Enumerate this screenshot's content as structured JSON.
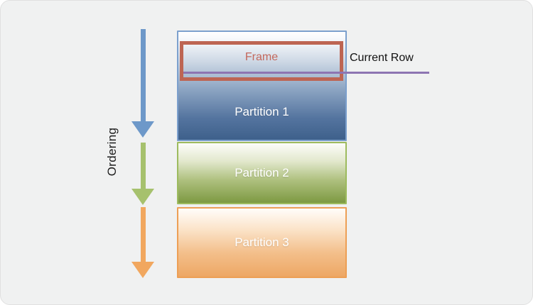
{
  "canvas": {
    "background": "#f0f1f1"
  },
  "ordering": {
    "label": "Ordering"
  },
  "current_row": {
    "label": "Current Row",
    "line_color": "#8d75b2"
  },
  "frame": {
    "label": "Frame",
    "border_color": "#bd6553",
    "text_color": "#c4685c"
  },
  "partitions": [
    {
      "label": "Partition 1",
      "border_color": "#7ca0cd",
      "fill_top": "#ffffff",
      "fill_bottom": "#3e608b",
      "arrow_color": "#6d98c9"
    },
    {
      "label": "Partition 2",
      "border_color": "#9dbb5e",
      "fill_top": "#fdfdfa",
      "fill_bottom": "#7d9942",
      "arrow_color": "#a6c16d"
    },
    {
      "label": "Partition 3",
      "border_color": "#ed9f55",
      "fill_top": "#fffdfa",
      "fill_bottom": "#eda764",
      "arrow_color": "#f1a75f"
    }
  ]
}
